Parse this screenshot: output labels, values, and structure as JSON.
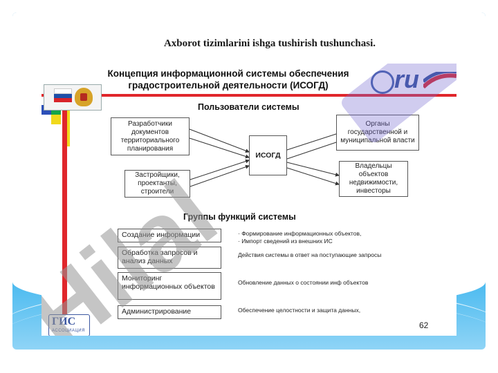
{
  "slide": {
    "title": "Axborot tizimlarini ishga tushirish tushunchasi."
  },
  "figure": {
    "title": "Концепция информационной системы обеспечения градостроительной деятельности (ИСОГД)",
    "users_title": "Пользователи системы",
    "center_node": "ИСОГД",
    "user_groups": [
      "Разработчики документов территориального планирования",
      "Застройщики, проектанты, строители",
      "Органы государственной и муниципальной власти",
      "Владельцы объектов недвижимости, инвесторы"
    ],
    "functions_title": "Группы функций системы",
    "functions": [
      {
        "name": "Создание информации",
        "desc": "· Формирование информационных объектов,\n· Импорт сведений из внешних ИС"
      },
      {
        "name": "Обработка запросов и анализ данных",
        "desc": "Действия системы в ответ на поступающие запросы"
      },
      {
        "name": "Мониторинг информационных объектов",
        "desc": "Обновление данных о состоянии инф объектов"
      },
      {
        "name": "Администрирование",
        "desc": "Обеспечение целостности и защита данных,"
      }
    ],
    "page_number": "62",
    "logo_right_text": "ru",
    "gis_logo_text": "ГИС",
    "gis_logo_sub": "АССОЦИАЦИЯ"
  },
  "colors": {
    "accent_blue": "#1f8fd6",
    "bar_red": "#e0262b",
    "logo_blue": "#2f4f9a"
  }
}
